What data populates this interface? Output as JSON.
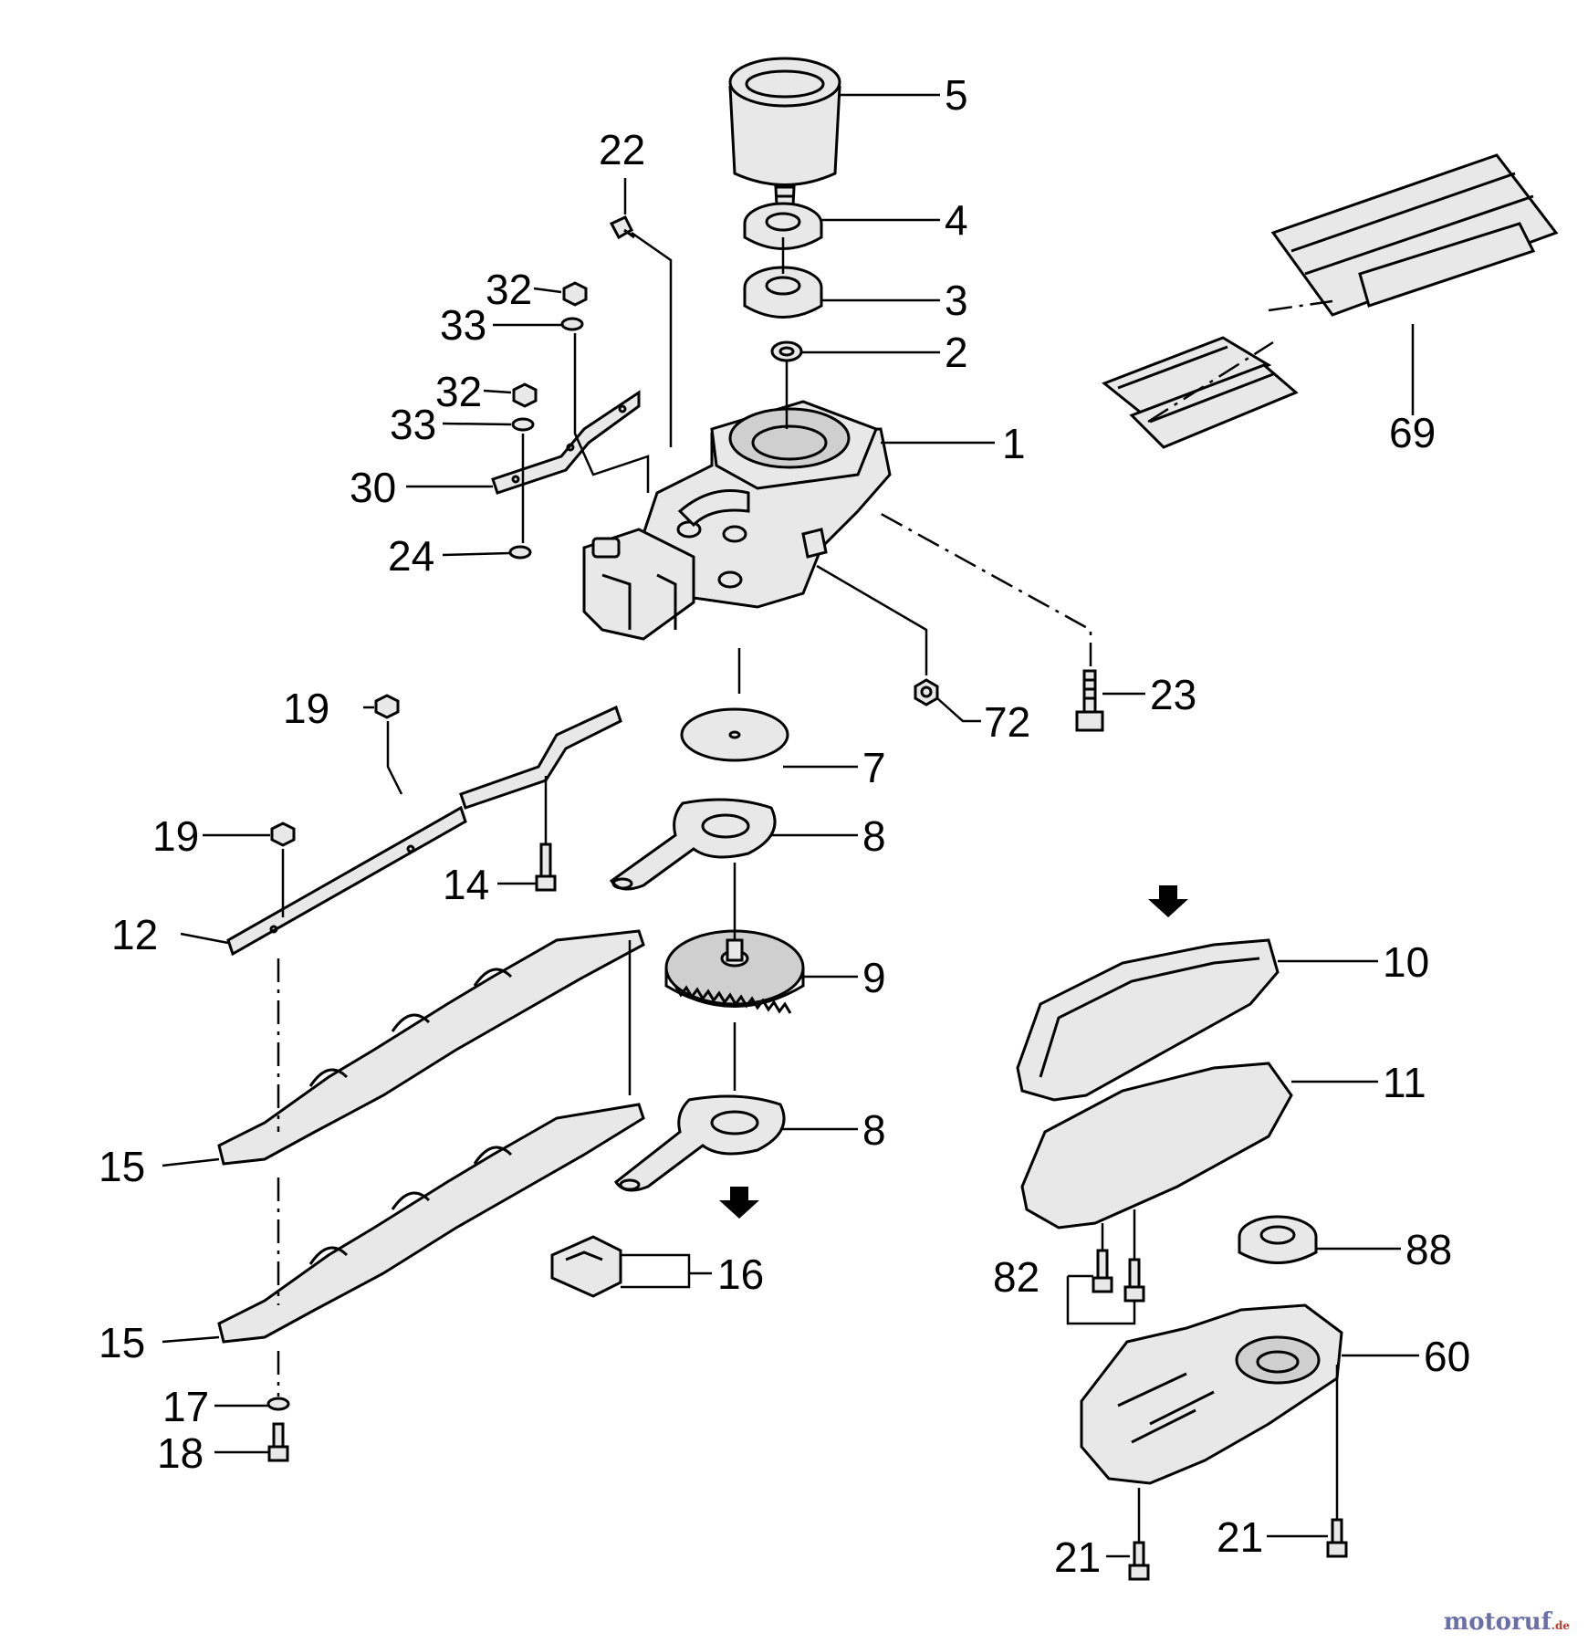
{
  "callouts": {
    "c1": "1",
    "c2": "2",
    "c3": "3",
    "c4": "4",
    "c5": "5",
    "c7": "7",
    "c8a": "8",
    "c8b": "8",
    "c9": "9",
    "c10": "10",
    "c11": "11",
    "c12": "12",
    "c14": "14",
    "c15a": "15",
    "c15b": "15",
    "c16": "16",
    "c17": "17",
    "c18": "18",
    "c19a": "19",
    "c19b": "19",
    "c21a": "21",
    "c21b": "21",
    "c22": "22",
    "c23": "23",
    "c24": "24",
    "c30": "30",
    "c32a": "32",
    "c32b": "32",
    "c33a": "33",
    "c33b": "33",
    "c60": "60",
    "c69": "69",
    "c72": "72",
    "c82": "82",
    "c88": "88"
  },
  "watermark": {
    "brand": "motoruf",
    "suffix": ".de"
  }
}
